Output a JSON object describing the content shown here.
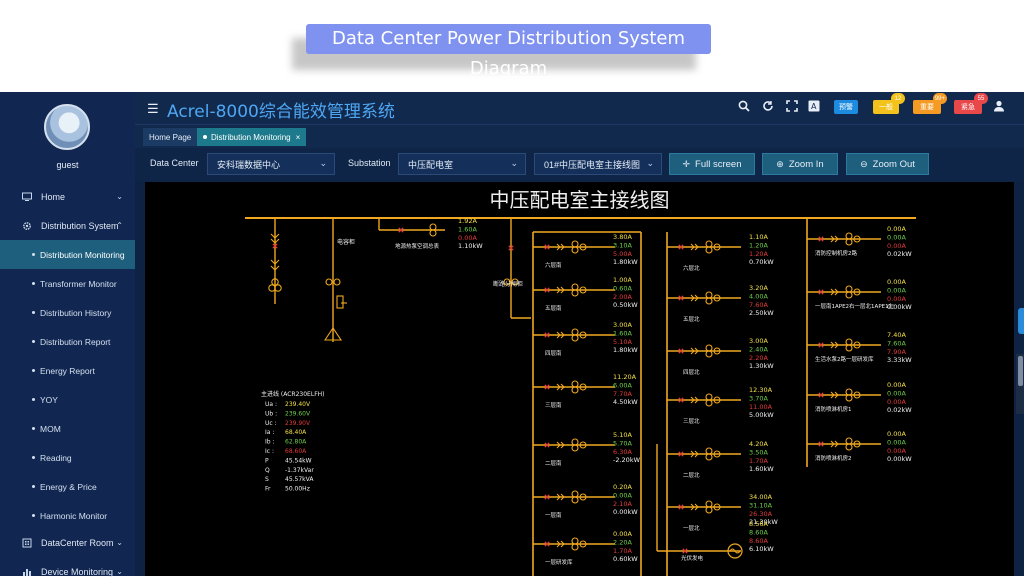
{
  "caption": "Data Center Power Distribution System Diagram",
  "app": {
    "brand": "Acrel-8000综合能效管理系统",
    "user": "guest",
    "header_badges": [
      {
        "label": "预警",
        "color": "#1d8ce0",
        "count": ""
      },
      {
        "label": "一般",
        "color": "#f3c21c",
        "count": "12"
      },
      {
        "label": "重要",
        "color": "#f59a23",
        "count": "99+"
      },
      {
        "label": "紧急",
        "color": "#e8484a",
        "count": "55"
      }
    ]
  },
  "sidebar": {
    "items": [
      {
        "label": "Home",
        "icon": "monitor-icon",
        "chevron": "⌄"
      },
      {
        "label": "Distribution System",
        "icon": "gear-icon",
        "chevron": "⌃"
      }
    ],
    "subitems": [
      "Distribution Monitoring",
      "Transformer Monitor",
      "Distribution History",
      "Distribution Report",
      "Energy Report",
      "YOY",
      "MOM",
      "Reading",
      "Energy & Price",
      "Harmonic Monitor"
    ],
    "bottom_items": [
      {
        "label": "DataCenter Room",
        "icon": "building-icon",
        "chevron": "⌄"
      },
      {
        "label": "Device Monitoring",
        "icon": "chart-icon",
        "chevron": "⌄"
      }
    ]
  },
  "tabs": [
    {
      "label": "Home Page",
      "active": false
    },
    {
      "label": "Distribution Monitoring",
      "active": true,
      "close": "×"
    }
  ],
  "filters": {
    "data_center_label": "Data Center",
    "data_center_value": "安科瑞数据中心",
    "substation_label": "Substation",
    "substation_value": "中压配电室",
    "diagram_value": "01#中压配电室主接线图",
    "full_screen": "Full screen",
    "zoom_in": "Zoom In",
    "zoom_out": "Zoom Out"
  },
  "diagram": {
    "title": "中压配电室主接线图",
    "incoming_labels": {
      "cabinet": "电容柜",
      "ground": "地源热泵空调总表",
      "ground_vals": [
        "1.92A",
        "1.60A",
        "0.00A",
        "1.10kW"
      ],
      "isolate": "断路分闸柜"
    },
    "main_meter": {
      "title": "主进线  (ACR230ELFH)",
      "rows": [
        {
          "k": "Ua :",
          "v": "239.40V",
          "c": "#f3e04a"
        },
        {
          "k": "Ub :",
          "v": "239.60V",
          "c": "#6fd24b"
        },
        {
          "k": "Uc :",
          "v": "239.90V",
          "c": "#e33b3b"
        },
        {
          "k": "Ia :",
          "v": "68.40A",
          "c": "#f3e04a"
        },
        {
          "k": "Ib :",
          "v": "62.80A",
          "c": "#6fd24b"
        },
        {
          "k": "Ic :",
          "v": "68.60A",
          "c": "#e33b3b"
        },
        {
          "k": "P",
          "v": "45.54kW",
          "c": "#f0f0f0"
        },
        {
          "k": "Q",
          "v": "-1.37kVar",
          "c": "#f0f0f0"
        },
        {
          "k": "S",
          "v": "45.57kVA",
          "c": "#f0f0f0"
        },
        {
          "k": "Fr",
          "v": "50.00Hz",
          "c": "#f0f0f0"
        }
      ]
    },
    "col1": [
      {
        "name": "六层南",
        "vals": [
          "3.80A",
          "3.10A",
          "5.00A",
          "1.80kW"
        ]
      },
      {
        "name": "五层南",
        "vals": [
          "1.00A",
          "0.60A",
          "2.00A",
          "0.50kW"
        ]
      },
      {
        "name": "四层南",
        "vals": [
          "3.00A",
          "1.60A",
          "5.10A",
          "1.80kW"
        ]
      },
      {
        "name": "三层南",
        "vals": [
          "11.20A",
          "6.00A",
          "7.70A",
          "4.50kW"
        ]
      },
      {
        "name": "二层南",
        "vals": [
          "5.10A",
          "5.70A",
          "6.30A",
          "-2.20kW"
        ]
      },
      {
        "name": "一层南",
        "vals": [
          "0.20A",
          "0.00A",
          "2.10A",
          "0.00kW"
        ]
      },
      {
        "name": "一层研发库",
        "vals": [
          "0.00A",
          "2.20A",
          "1.70A",
          "0.60kW"
        ]
      }
    ],
    "col2": [
      {
        "name": "六层北",
        "vals": [
          "1.10A",
          "1.20A",
          "1.20A",
          "0.70kW"
        ]
      },
      {
        "name": "五层北",
        "vals": [
          "3.20A",
          "4.00A",
          "7.60A",
          "2.50kW"
        ]
      },
      {
        "name": "四层北",
        "vals": [
          "3.00A",
          "2.40A",
          "2.20A",
          "1.30kW"
        ]
      },
      {
        "name": "三层北",
        "vals": [
          "12.30A",
          "3.70A",
          "11.00A",
          "5.00kW"
        ]
      },
      {
        "name": "二层北",
        "vals": [
          "4.20A",
          "3.50A",
          "1.70A",
          "1.60kW"
        ]
      },
      {
        "name": "一层北",
        "vals": [
          "34.00A",
          "31.10A",
          "26.30A",
          "21.30kW"
        ]
      },
      {
        "name": "光伏发电",
        "vals": [
          "8.56A",
          "8.60A",
          "8.60A",
          "6.10kW"
        ]
      }
    ],
    "col3": [
      {
        "name": "消防控制机房2路",
        "vals": [
          "0.00A",
          "0.00A",
          "0.00A",
          "0.02kW"
        ]
      },
      {
        "name": "一层南1APE2右一层北1APE1左",
        "vals": [
          "0.00A",
          "0.00A",
          "0.00A",
          "0.00kW"
        ]
      },
      {
        "name": "生活水泵2路一层研发库",
        "vals": [
          "7.40A",
          "7.60A",
          "7.90A",
          "3.33kW"
        ]
      },
      {
        "name": "消防喷淋机房1",
        "vals": [
          "0.00A",
          "0.00A",
          "0.00A",
          "0.02kW"
        ]
      },
      {
        "name": "消防喷淋机房2",
        "vals": [
          "0.00A",
          "0.00A",
          "0.00A",
          "0.00kW"
        ]
      }
    ],
    "value_colors": [
      "#f3e04a",
      "#6fd24b",
      "#e33b3b",
      "#f0f0f0"
    ],
    "line_color": "#f0a820"
  }
}
